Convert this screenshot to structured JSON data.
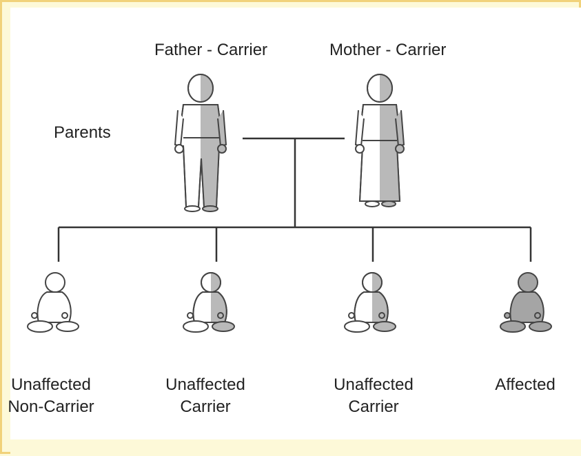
{
  "parents": {
    "row_label": "Parents",
    "father_label": "Father - Carrier",
    "mother_label": "Mother - Carrier"
  },
  "children": [
    {
      "line1": "Unaffected",
      "line2": "Non-Carrier"
    },
    {
      "line1": "Unaffected",
      "line2": "Carrier"
    },
    {
      "line1": "Unaffected",
      "line2": "Carrier"
    },
    {
      "line1": "Affected",
      "line2": ""
    }
  ],
  "colors": {
    "frame_border": "#f1d27a",
    "frame_fill": "#fdf9d8",
    "carrier_shade": "#b9b9b9",
    "affected_shade": "#9f9f9f",
    "outline": "#444444",
    "line": "#333333"
  }
}
